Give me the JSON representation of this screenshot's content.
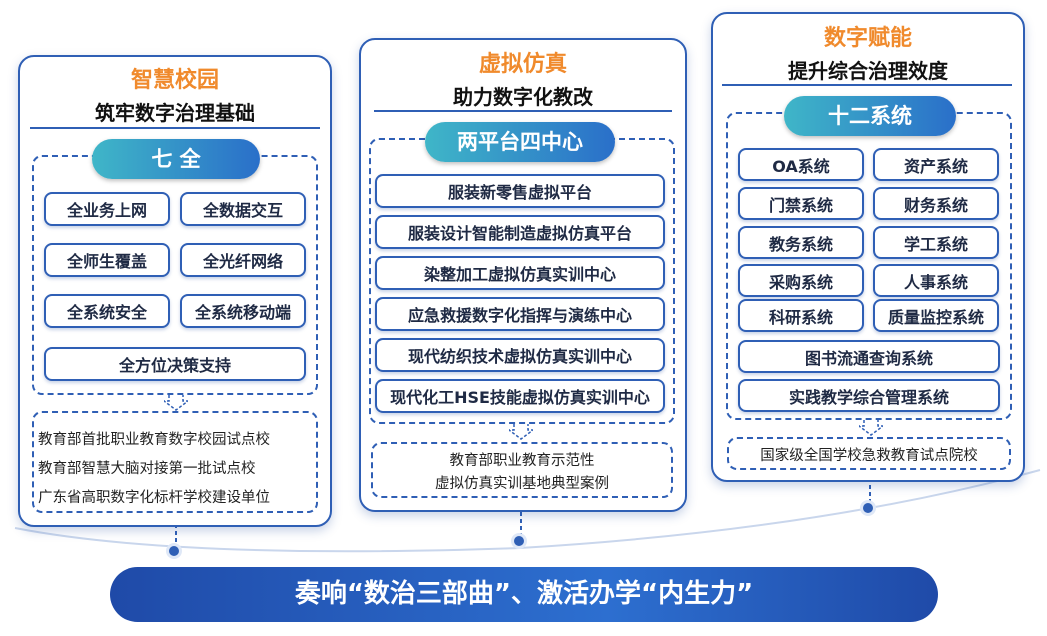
{
  "panels": [
    {
      "title": "智慧校园",
      "subtitle": "筑牢数字治理基础",
      "pill": "七 全",
      "items": [
        "全业务上网",
        "全数据交互",
        "全师生覆盖",
        "全光纤网络",
        "全系统安全",
        "全系统移动端",
        "全方位决策支持"
      ],
      "notes": [
        "教育部首批职业教育数字校园试点校",
        "教育部智慧大脑对接第一批试点校",
        "广东省高职数字化标杆学校建设单位"
      ]
    },
    {
      "title": "虚拟仿真",
      "subtitle": "助力数字化教改",
      "pill": "两平台四中心",
      "items": [
        "服装新零售虚拟平台",
        "服装设计智能制造虚拟仿真平台",
        "染整加工虚拟仿真实训中心",
        "应急救援数字化指挥与演练中心",
        "现代纺织技术虚拟仿真实训中心",
        "现代化工HSE技能虚拟仿真实训中心"
      ],
      "notes": [
        "教育部职业教育示范性",
        "虚拟仿真实训基地典型案例"
      ]
    },
    {
      "title": "数字赋能",
      "subtitle": "提升综合治理效度",
      "pill": "十二系统",
      "items": [
        "OA系统",
        "资产系统",
        "门禁系统",
        "财务系统",
        "教务系统",
        "学工系统",
        "采购系统",
        "人事系统",
        "科研系统",
        "质量监控系统",
        "图书流通查询系统",
        "实践教学综合管理系统"
      ],
      "notes": [
        "国家级全国学校急救教育试点院校"
      ]
    }
  ],
  "banner": "奏响“数治三部曲”、激活办学“内生力”"
}
